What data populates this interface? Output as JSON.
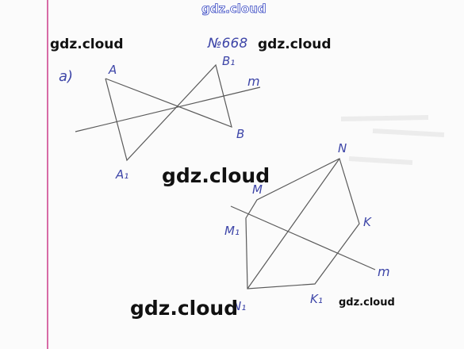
{
  "watermarks": {
    "top": "gdz.cloud",
    "w1": "gdz.cloud",
    "w2": "gdz.cloud",
    "w3": "gdz.cloud",
    "w4": "gdz.cloud",
    "w5": "gdz.cloud"
  },
  "problem_number": "№668",
  "part_label": "a)",
  "labels": {
    "A": "A",
    "B1": "B₁",
    "m_top": "m",
    "B": "B",
    "A1": "A₁",
    "N": "N",
    "M": "M",
    "K": "K",
    "M1": "M₁",
    "m_bottom": "m",
    "N1": "N₁",
    "K1": "K₁"
  },
  "colors": {
    "ink": "#3e46a8",
    "pencil": "#5a5a5a",
    "margin": "#d76ba6"
  }
}
